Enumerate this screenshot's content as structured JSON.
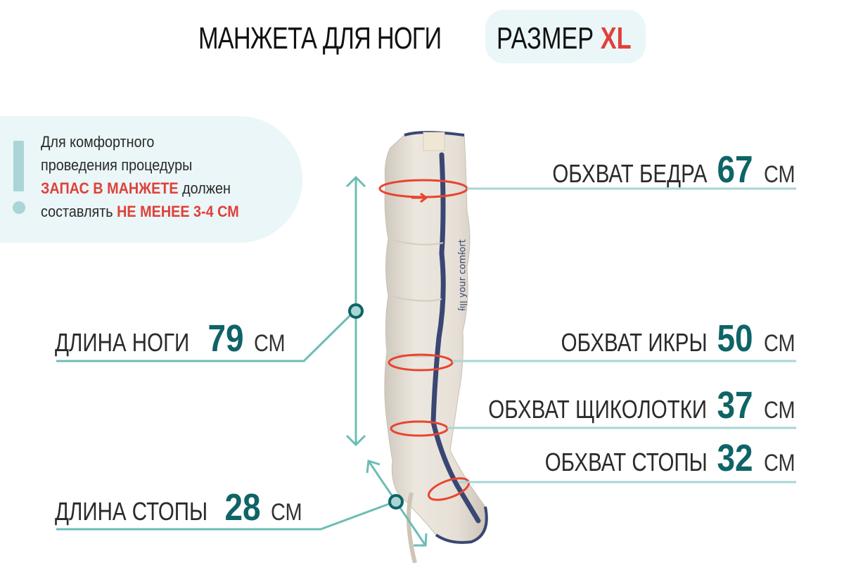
{
  "header": {
    "title": "МАНЖЕТА ДЛЯ НОГИ",
    "size_label": "РАЗМЕР",
    "size_value": "XL"
  },
  "note": {
    "icon": "exclamation-icon",
    "line1": "Для комфортного",
    "line2": "проведения процедуры",
    "line3_highlight": "ЗАПАС В МАНЖЕТЕ",
    "line3_rest": " должен",
    "line4_start": "составлять ",
    "line4_highlight": "НЕ МЕНЕЕ 3-4 СМ"
  },
  "measurements": {
    "thigh": {
      "label": "ОБХВАТ БЕДРА",
      "value": "67",
      "unit": "СМ"
    },
    "calf": {
      "label": "ОБХВАТ ИКРЫ",
      "value": "50",
      "unit": "СМ"
    },
    "ankle": {
      "label": "ОБХВАТ ЩИКОЛОТКИ",
      "value": "37",
      "unit": "СМ"
    },
    "foot_girth": {
      "label": "ОБХВАТ СТОПЫ",
      "value": "32",
      "unit": "СМ"
    },
    "leg_length": {
      "label": "ДЛИНА НОГИ",
      "value": "79",
      "unit": "СМ"
    },
    "foot_length": {
      "label": "ДЛИНА СТОПЫ",
      "value": "28",
      "unit": "СМ"
    }
  },
  "colors": {
    "accent_teal": "#0e6467",
    "line_teal": "#6cbdb6",
    "highlight_red": "#e0403a",
    "pill_bg": "#eaf6f7",
    "cuff_body": "#e3ddd3",
    "cuff_trim": "#3a4673"
  }
}
